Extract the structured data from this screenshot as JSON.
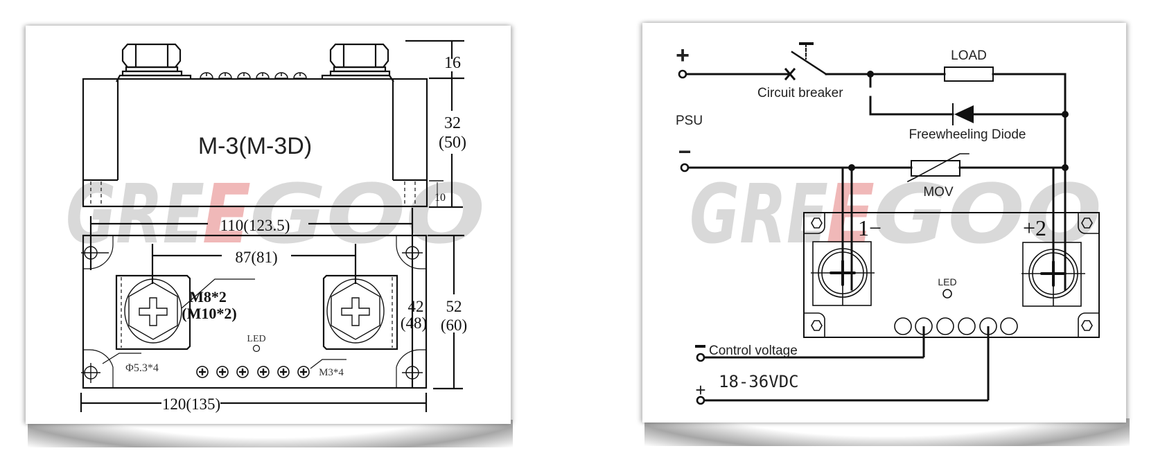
{
  "watermark": {
    "text_left": "GRE",
    "text_mid": "E",
    "text_right": "GOO",
    "gray": "#d4d4d4",
    "red": "#efb3b3"
  },
  "dimension_drawing": {
    "model_label": "M-3(M-3D)",
    "dims": {
      "top_height": "16",
      "body_height": "32",
      "body_height_alt": "(50)",
      "base_height": "10",
      "hole_spacing": "110(123.5)",
      "terminal_spacing": "87(81)",
      "terminal_screw": "M8*2",
      "terminal_screw_alt": "(M10*2)",
      "hole_spacing_v": "42",
      "hole_spacing_v_alt": "(48)",
      "total_depth": "52",
      "total_depth_alt": "(60)",
      "mount_hole": "Φ5.3*4",
      "control_screw": "M3*4",
      "total_width": "120(135)"
    },
    "led_label": "LED"
  },
  "wiring_diagram": {
    "psu_label": "PSU",
    "psu_plus": "+",
    "psu_minus": "−",
    "breaker_label": "Circuit breaker",
    "load_label": "LOAD",
    "diode_label": "Freewheeling Diode",
    "mov_label": "MOV",
    "terminal_1": "1−",
    "terminal_2": "+2",
    "led_label": "LED",
    "control_label": "Control voltage",
    "control_range": "18-36VDC",
    "control_minus": "−",
    "control_plus": "+"
  }
}
